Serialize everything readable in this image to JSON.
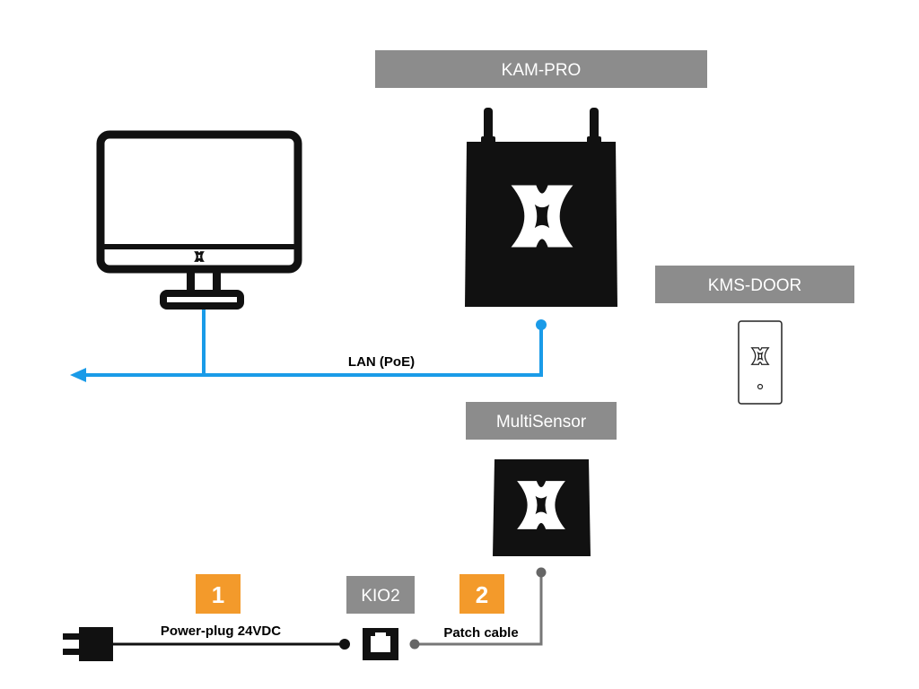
{
  "labels": {
    "kam_pro": "KAM-PRO",
    "kms_door": "KMS-DOOR",
    "multisensor": "MultiSensor",
    "kio2": "KIO2"
  },
  "connections": {
    "lan": "LAN (PoE)",
    "power_plug": "Power-plug 24VDC",
    "patch_cable": "Patch cable"
  },
  "badges": {
    "power_step": "1",
    "patch_step": "2"
  },
  "colors": {
    "lan_line": "#1a9be8",
    "label_gray": "#8c8c8c",
    "badge_orange": "#f39a2b",
    "device_black": "#111111",
    "patch_line": "#777777"
  },
  "icons": {
    "monitor": "monitor-icon",
    "kam_pro": "kam-pro-device-icon",
    "kms_door": "kms-door-device-icon",
    "multisensor": "multisensor-device-icon",
    "kio2": "kio2-port-icon",
    "plug": "power-plug-icon",
    "logo": "x-logo-icon"
  }
}
